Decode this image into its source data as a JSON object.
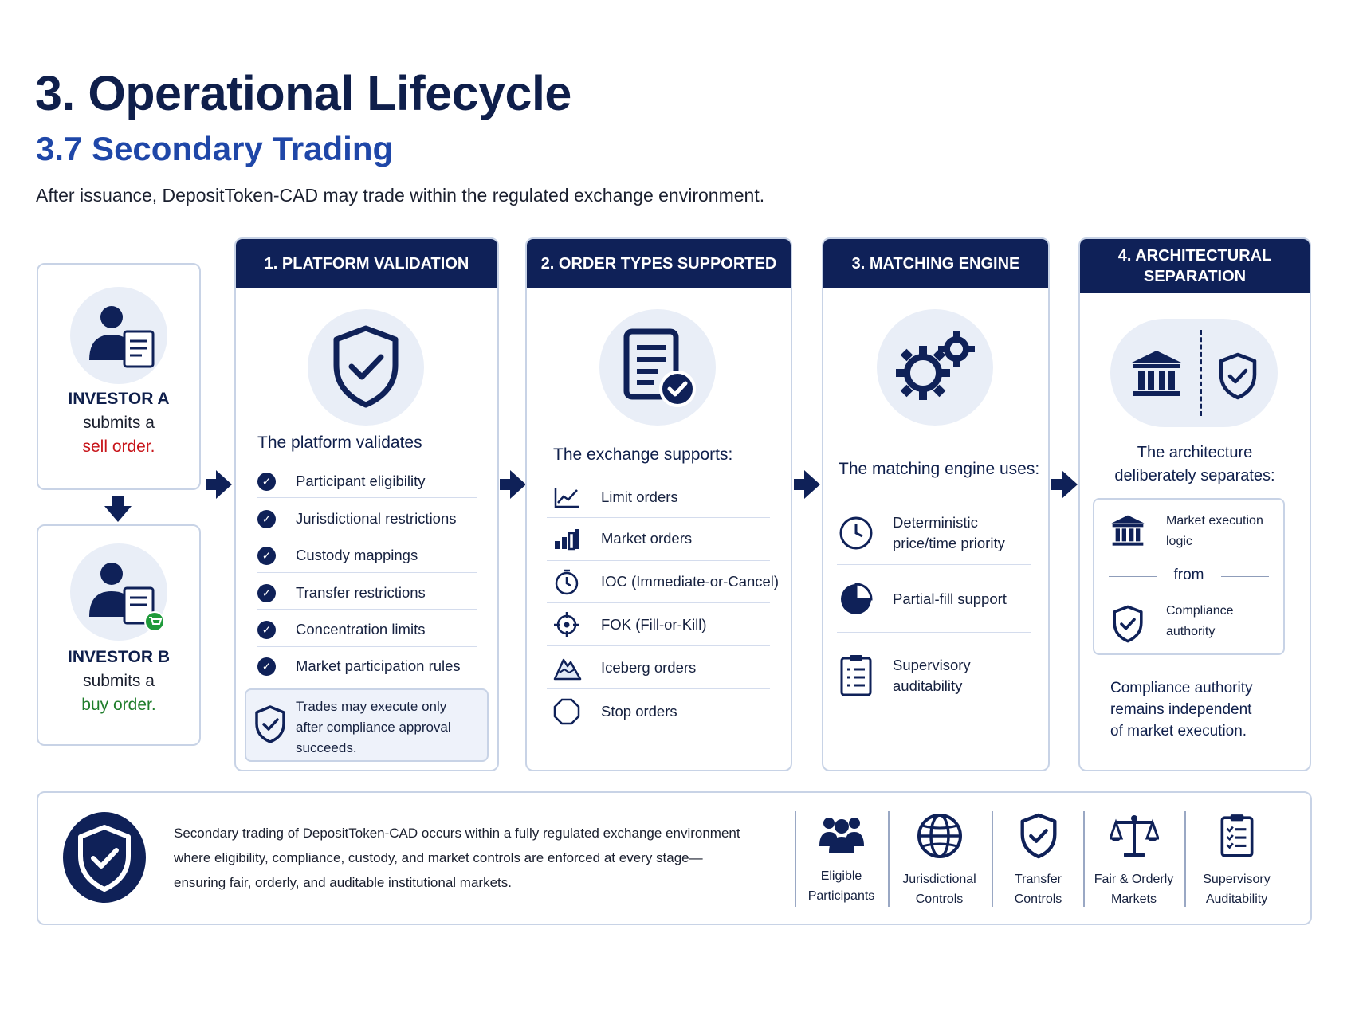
{
  "header": {
    "title": "3. Operational Lifecycle",
    "subtitle": "3.7 Secondary Trading",
    "intro": "After issuance, DepositToken-CAD may trade within the regulated exchange environment."
  },
  "investors": {
    "a": {
      "name": "INVESTOR A",
      "action": "submits a",
      "order": "sell order."
    },
    "b": {
      "name": "INVESTOR B",
      "action": "submits a",
      "order": "buy order."
    }
  },
  "validation": {
    "heading": "1. PLATFORM VALIDATION",
    "lead": "The platform validates",
    "items": [
      "Participant eligibility",
      "Jurisdictional restrictions",
      "Custody mappings",
      "Transfer restrictions",
      "Concentration limits",
      "Market participation rules"
    ],
    "note": [
      "Trades may execute only",
      "after compliance approval",
      "succeeds."
    ]
  },
  "order_types": {
    "heading": "2. ORDER TYPES SUPPORTED",
    "lead": "The exchange supports:",
    "items": [
      "Limit orders",
      "Market orders",
      "IOC (Immediate-or-Cancel)",
      "FOK (Fill-or-Kill)",
      "Iceberg orders",
      "Stop orders"
    ]
  },
  "matching": {
    "heading": "3. MATCHING ENGINE",
    "lead": "The matching engine uses:",
    "items": [
      {
        "line1": "Deterministic",
        "line2": "price/time priority"
      },
      {
        "line1": "Partial-fill support",
        "line2": ""
      },
      {
        "line1": "Supervisory",
        "line2": "auditability"
      }
    ]
  },
  "separation": {
    "heading_line1": "4. ARCHITECTURAL",
    "heading_line2": "SEPARATION",
    "lead_line1": "The architecture",
    "lead_line2": "deliberately separates:",
    "box_top_line1": "Market execution",
    "box_top_line2": "logic",
    "box_mid": "from",
    "box_bottom_line1": "Compliance",
    "box_bottom_line2": "authority",
    "footer_line1": "Compliance authority",
    "footer_line2": "remains independent",
    "footer_line3": "of market execution."
  },
  "summary": {
    "line1": "Secondary trading of DepositToken-CAD occurs within a fully regulated exchange environment",
    "line2": "where eligibility, compliance, custody, and market controls are enforced at every stage—",
    "line3": "ensuring fair, orderly, and auditable institutional markets.",
    "pillars": [
      {
        "icon": "people-icon",
        "line1": "Eligible",
        "line2": "Participants"
      },
      {
        "icon": "globe-icon",
        "line1": "Jurisdictional",
        "line2": "Controls"
      },
      {
        "icon": "shield-check-icon",
        "line1": "Transfer",
        "line2": "Controls"
      },
      {
        "icon": "scales-icon",
        "line1": "Fair & Orderly",
        "line2": "Markets"
      },
      {
        "icon": "clipboard-icon",
        "line1": "Supervisory",
        "line2": "Auditability"
      }
    ]
  },
  "colors": {
    "navy": "#0f2158",
    "accent_blue": "#1f47a8",
    "sell_red": "#c8161b",
    "buy_green": "#1f7d2b",
    "card_border": "#c8d3e6",
    "icon_bg": "#e9eef7"
  }
}
